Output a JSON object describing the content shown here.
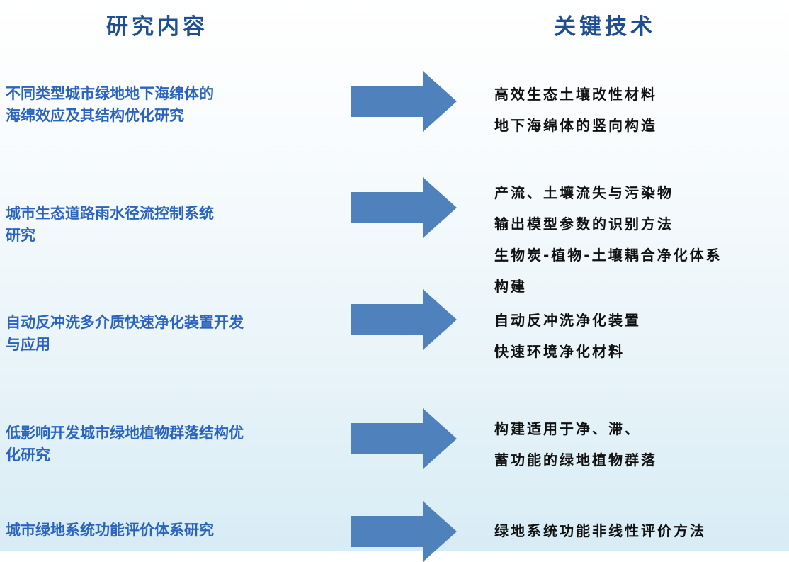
{
  "headers": {
    "research": "研究内容",
    "tech": "关键技术"
  },
  "rows": [
    {
      "content": [
        "不同类型城市绿地地下海绵体的",
        "海绵效应及其结构优化研究"
      ],
      "tech": [
        "高效生态土壤改性材料",
        "地下海绵体的竖向构造"
      ]
    },
    {
      "content": [
        "城市生态道路雨水径流控制系统",
        "研究"
      ],
      "tech": [
        "产流、土壤流失与污染物",
        "输出模型参数的识别方法",
        "生物炭-植物-土壤耦合净化体系",
        "构建"
      ]
    },
    {
      "content": [
        "自动反冲洗多介质快速净化装置开发",
        "与应用"
      ],
      "tech": [
        "自动反冲洗净化装置",
        "快速环境净化材料"
      ]
    },
    {
      "content": [
        "低影响开发城市绿地植物群落结构优",
        "化研究"
      ],
      "tech": [
        "构建适用于净、滞、",
        "蓄功能的绿地植物群落"
      ]
    },
    {
      "content": [
        "城市绿地系统功能评价体系研究"
      ],
      "tech": [
        "绿地系统功能非线性评价方法"
      ]
    }
  ],
  "colors": {
    "arrow": "#4f81bd",
    "header": "#1d4f92",
    "content": "#2b64bf",
    "tech": "#111111"
  }
}
